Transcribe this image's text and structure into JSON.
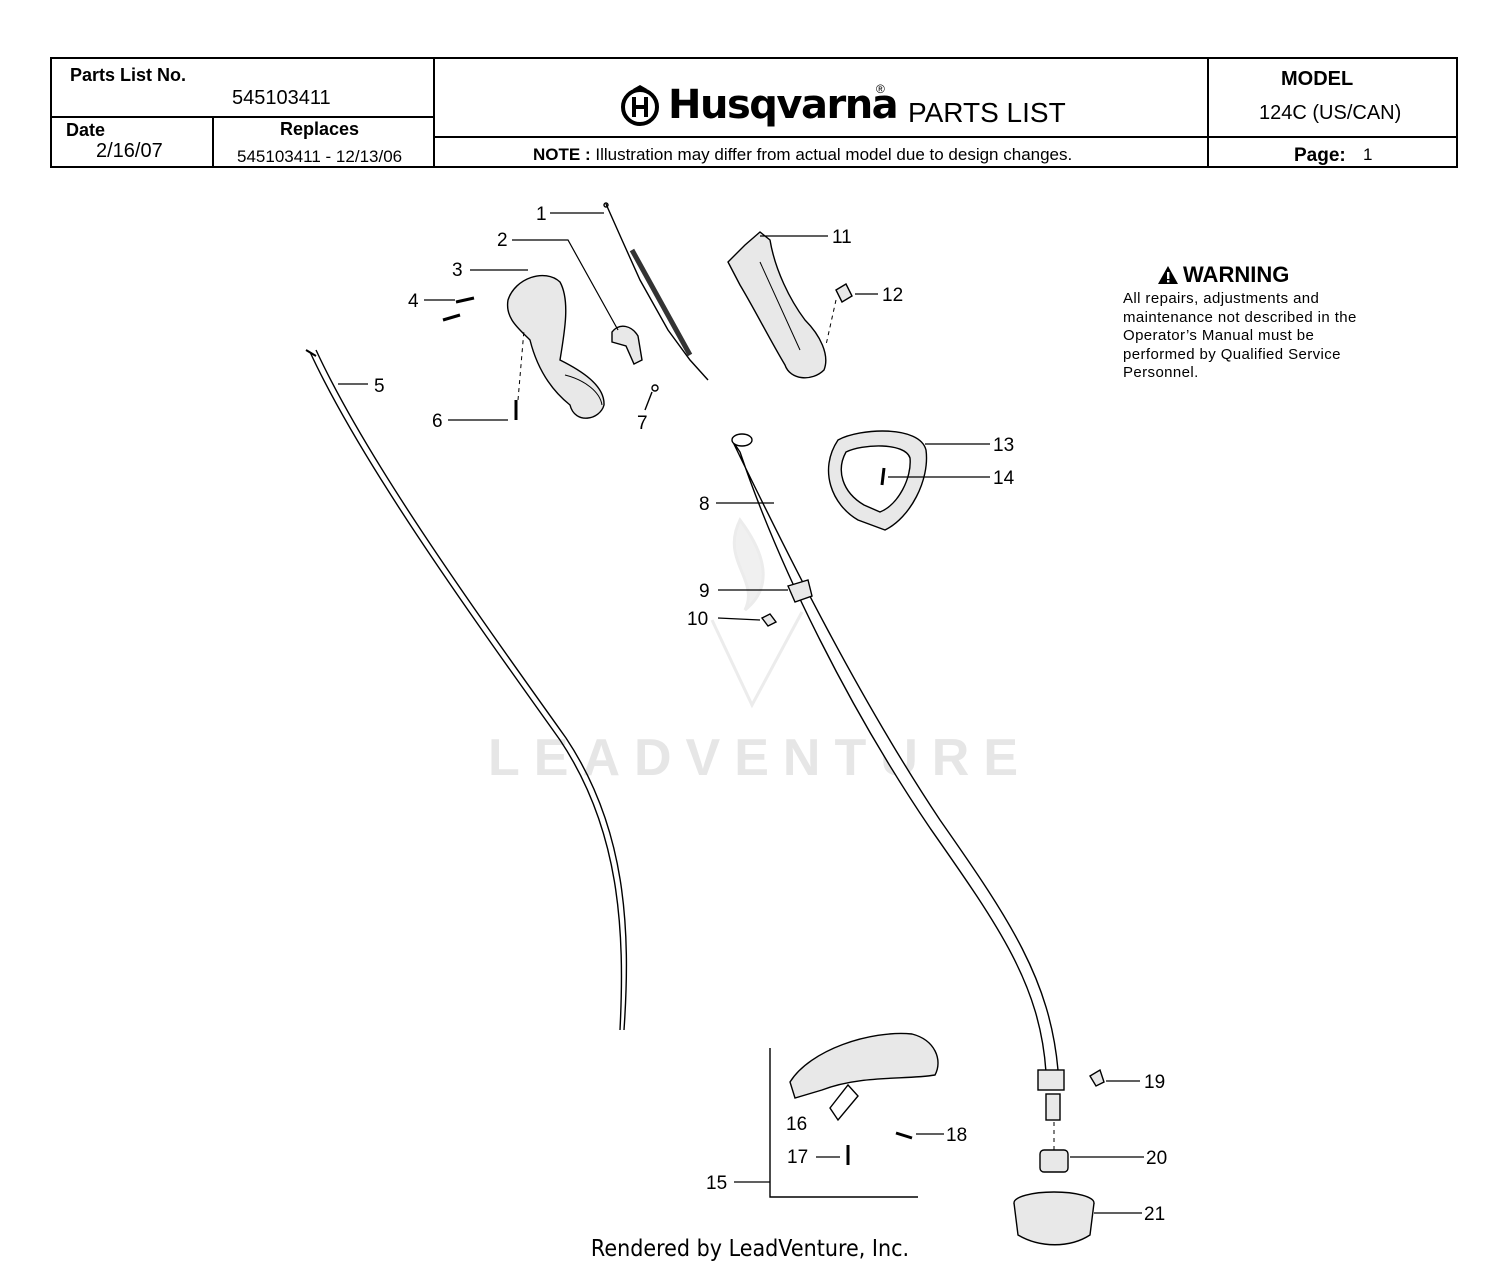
{
  "header": {
    "parts_list_label": "Parts List No.",
    "parts_list_value": "545103411",
    "date_label": "Date",
    "date_value": "2/16/07",
    "replaces_label": "Replaces",
    "replaces_value": "545103411 - 12/13/06",
    "brand_name": "Husqvarna",
    "brand_reg": "®",
    "doc_type": "PARTS LIST",
    "note_label": "NOTE :",
    "note_text": "Illustration may differ from actual model due to design changes.",
    "model_label": "MODEL",
    "model_value": "124C (US/CAN)",
    "page_label": "Page:",
    "page_value": "1"
  },
  "warning": {
    "title": "WARNING",
    "text": "All repairs, adjustments and maintenance not described in the Operator’s Manual must be performed by Qualified Service Personnel."
  },
  "callouts": [
    "1",
    "2",
    "3",
    "4",
    "5",
    "6",
    "7",
    "8",
    "9",
    "10",
    "11",
    "12",
    "13",
    "14",
    "15",
    "16",
    "17",
    "18",
    "19",
    "20",
    "21"
  ],
  "watermark": "LEADVENTURE",
  "footer": "Rendered by LeadVenture, Inc.",
  "colors": {
    "ink": "#000000",
    "part_fill": "#e8e8e8",
    "part_dark": "#9a9a9a",
    "watermark": "#e6e6e6"
  }
}
